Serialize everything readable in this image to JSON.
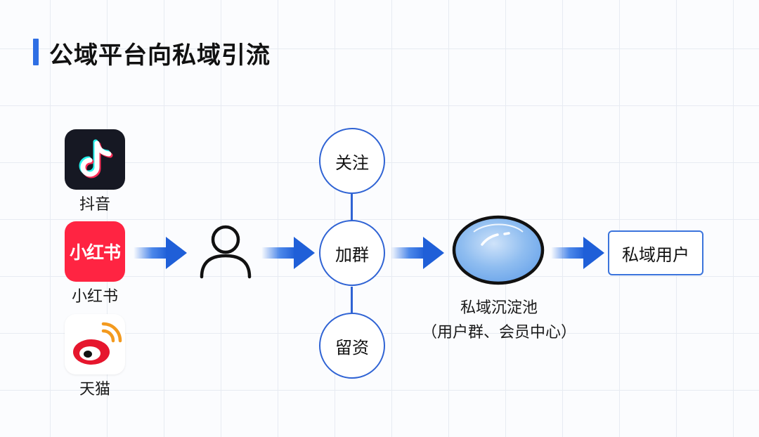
{
  "title": "公域平台向私域引流",
  "platforms": [
    {
      "label": "抖音",
      "icon": "douyin-icon"
    },
    {
      "label": "小红书",
      "icon": "xiaohongshu-icon",
      "icon_text": "小红书"
    },
    {
      "label": "天猫",
      "icon": "weibo-icon"
    }
  ],
  "user_icon": "user-icon",
  "actions": [
    "关注",
    "加群",
    "留资"
  ],
  "pool": {
    "label": "私域沉淀池",
    "sublabel": "（用户群、会员中心）",
    "icon": "pool-icon"
  },
  "final": "私域用户",
  "colors": {
    "accent": "#2f6fe4",
    "circle_border": "#2f63d4",
    "pool_blue": "#7fb3ee",
    "douyin_bg": "#161823",
    "xiaohongshu_red": "#ff2442",
    "weibo_red": "#e6162d"
  }
}
